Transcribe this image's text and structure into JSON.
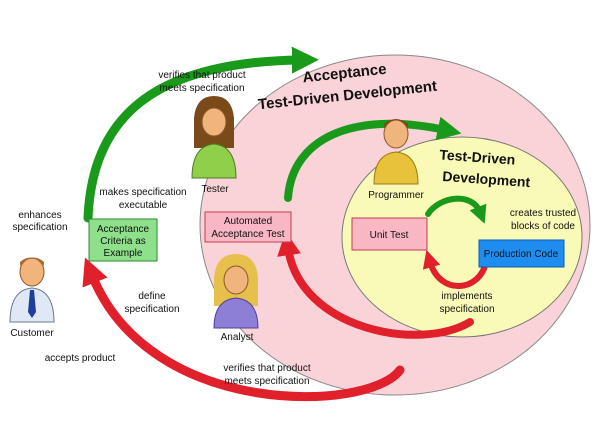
{
  "titles": {
    "atdd_line1": "Acceptance",
    "atdd_line2": "Test-Driven Development",
    "tdd_line1": "Test-Driven",
    "tdd_line2": "Development"
  },
  "boxes": {
    "acceptance_criteria": [
      "Acceptance",
      "Criteria as",
      "Example"
    ],
    "automated_acceptance_test": [
      "Automated",
      "Acceptance Test"
    ],
    "unit_test": "Unit Test",
    "production_code": "Production Code"
  },
  "people": {
    "customer": "Customer",
    "tester": "Tester",
    "analyst": "Analyst",
    "programmer": "Programmer"
  },
  "annotations": {
    "enhances_specification": [
      "enhances",
      "specification"
    ],
    "verifies_top": [
      "verifies that product",
      "meets specification"
    ],
    "makes_executable": [
      "makes specification",
      "executable"
    ],
    "define_specification": [
      "define",
      "specification"
    ],
    "accepts_product": "accepts product",
    "verifies_bottom": [
      "verifies that product",
      "meets specification"
    ],
    "creates_trusted": [
      "creates trusted",
      "blocks of code"
    ],
    "implements_specification": [
      "implements",
      "specification"
    ]
  },
  "colors": {
    "outer_ellipse": "#f9d3d8",
    "inner_ellipse": "#fafab8",
    "green_arrow": "#1a9a1a",
    "red_arrow": "#e0202a",
    "acceptance_box": "#8ee08a",
    "pink_box": "#f8b7c3",
    "production_box": "#1f8df0"
  }
}
